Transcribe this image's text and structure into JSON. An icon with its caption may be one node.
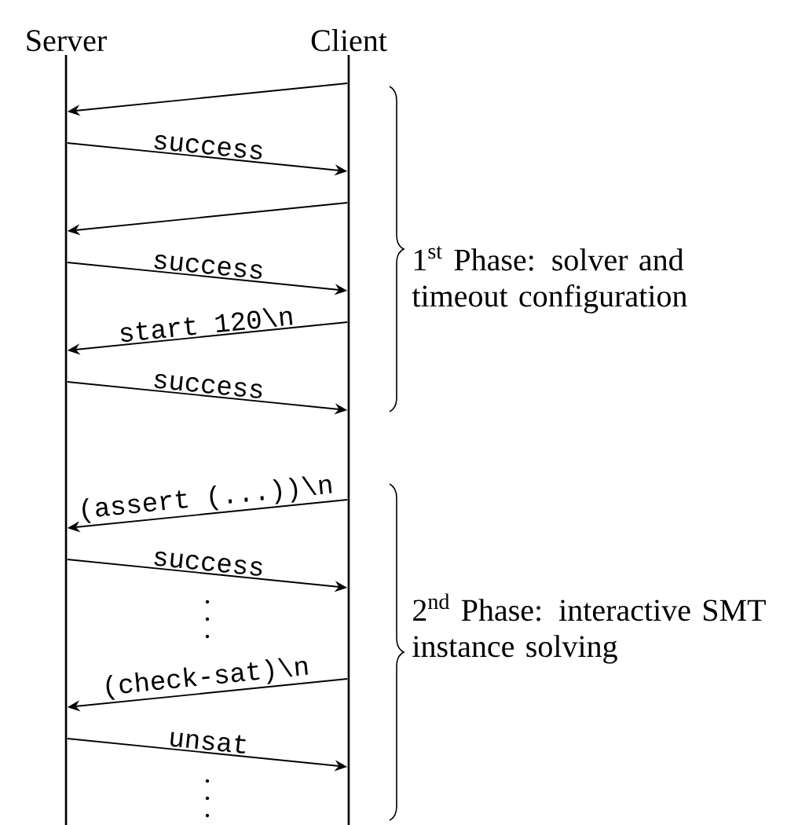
{
  "diagram": {
    "nodes": [
      {
        "text": [
          "Server"
        ]
      },
      {
        "text": [
          "Client"
        ]
      }
    ],
    "edges": [
      {
        "from": 1,
        "to": 0,
        "arrow": "to"
      },
      {
        "from": 0,
        "to": 1,
        "arrow": "to",
        "label": "success"
      },
      {
        "from": 1,
        "to": 0,
        "arrow": "to"
      },
      {
        "from": 0,
        "to": 1,
        "arrow": "to",
        "label": "success"
      },
      {
        "from": 1,
        "to": 0,
        "arrow": "to",
        "label": "start 120\\n"
      },
      {
        "from": 0,
        "to": 1,
        "arrow": "to",
        "label": "success"
      },
      {
        "from": 1,
        "to": 0,
        "arrow": "to",
        "label": "(assert (...))\\n"
      },
      {
        "from": 0,
        "to": 1,
        "arrow": "to",
        "label": "success"
      },
      {
        "from": 1,
        "to": 0,
        "arrow": "to",
        "label": "(check-sat)\\n"
      },
      {
        "from": 0,
        "to": 1,
        "arrow": "to",
        "label": "unsat"
      }
    ],
    "labels": [
      "1$^{st}$ Phase: solver and timeout configuration",
      "2$^{nd}$ Phase: interactive SMT instance solving"
    ]
  }
}
